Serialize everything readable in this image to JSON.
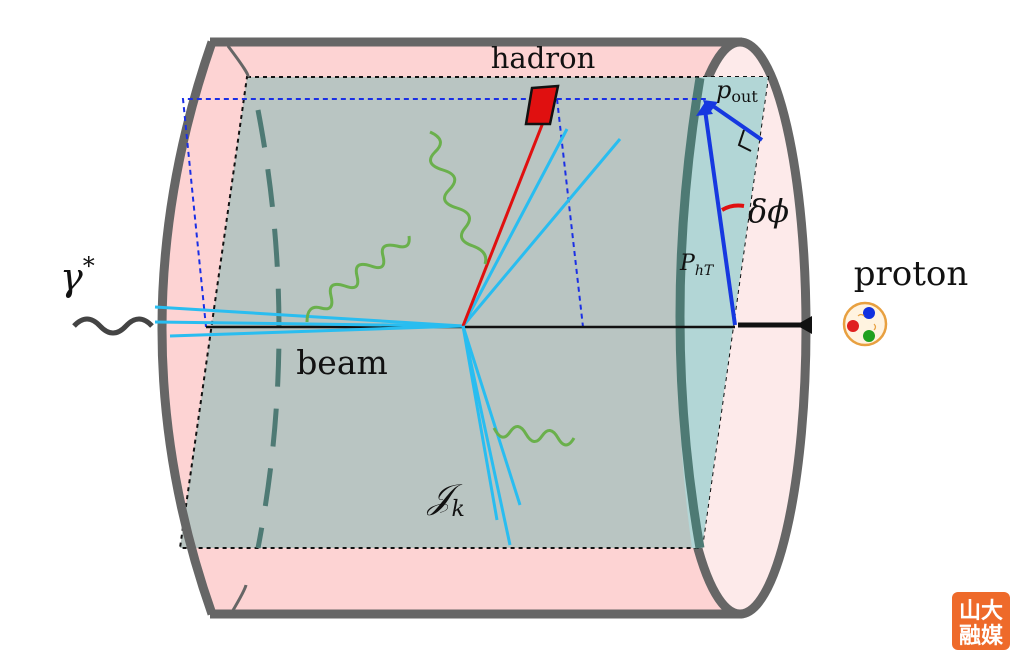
{
  "labels": {
    "hadron": "hadron",
    "proton": "proton",
    "beam": "beam",
    "gamma": "γ",
    "gamma_sup": "*",
    "p_out_main": "p",
    "p_out_sub": "out",
    "delta_phi": "δϕ",
    "P_hT_main": "P",
    "P_hT_sub": "hT",
    "jet_main": "𝒥",
    "jet_sub": "k"
  },
  "logo": {
    "line1": "山大",
    "line2": "融媒"
  },
  "colors": {
    "cylinder_fill": "#fdd3d3",
    "cylinder_end_fill": "#fdeaea",
    "cylinder_stroke": "#666666",
    "plane_fill": "#b9c5c2",
    "end_plane_fill": "#b2d6d6",
    "dashed_blue": "#1a2fe6",
    "jet_blue": "#29bdf0",
    "hadron_red": "#e01010",
    "gluon_green": "#6ab04c",
    "vector_blue": "#1638e0",
    "logo_orange": "#ee6a2a"
  }
}
